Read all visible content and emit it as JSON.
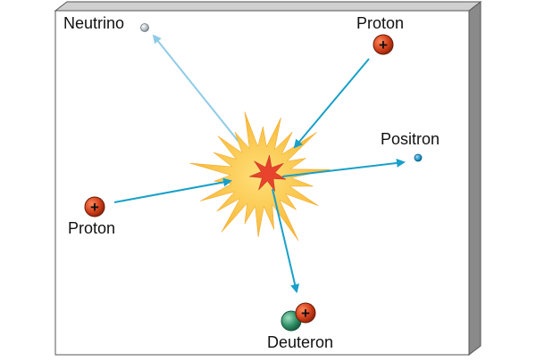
{
  "labels": {
    "neutrino": "Neutrino",
    "proton_top": "Proton",
    "positron": "Positron",
    "proton_left": "Proton",
    "deuteron": "Deuteron"
  },
  "particles": {
    "proton": {
      "charge_symbol": "+",
      "color": "#d2401c"
    },
    "neutron": {
      "color": "#2f8f66"
    },
    "positron": {
      "color": "#1a8ec4"
    },
    "neutrino": {
      "color": "#a9b4bc"
    }
  },
  "colors": {
    "arrow": "#18a0c8",
    "neutrino_arrow": "#8fcbe6",
    "burst_outer": "#f7b733",
    "burst_inner": "#e8432c",
    "panel_side": "#8a8a8a",
    "panel_top": "#d0d0d0",
    "panel_border": "#555555"
  }
}
